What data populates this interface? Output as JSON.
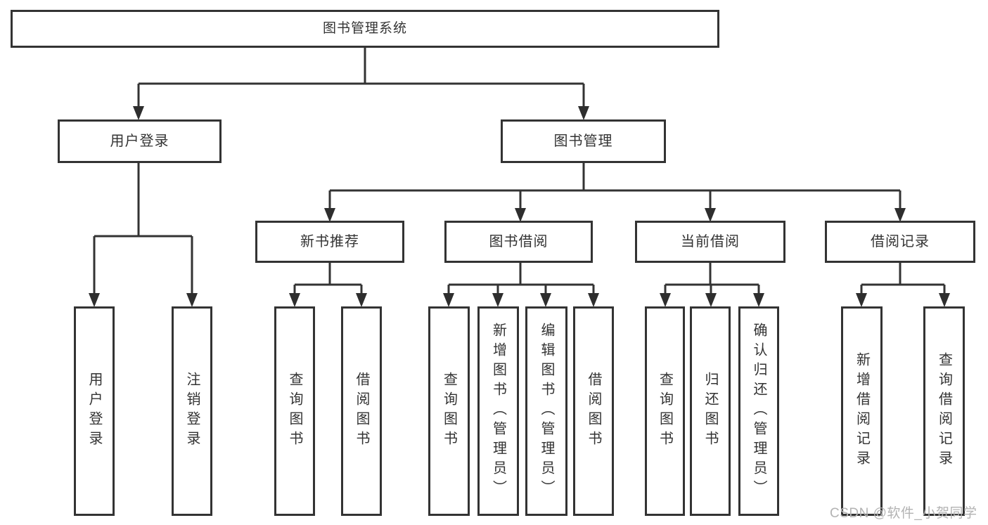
{
  "tree": {
    "label": "图书管理系统",
    "children": [
      {
        "label": "用户登录",
        "children": [
          {
            "label": "用户登录"
          },
          {
            "label": "注销登录"
          }
        ]
      },
      {
        "label": "图书管理",
        "children": [
          {
            "label": "新书推荐",
            "children": [
              {
                "label": "查询图书"
              },
              {
                "label": "借阅图书"
              }
            ]
          },
          {
            "label": "图书借阅",
            "children": [
              {
                "label": "查询图书"
              },
              {
                "label": "新增图书（管理员）"
              },
              {
                "label": "编辑图书（管理员）"
              },
              {
                "label": "借阅图书"
              }
            ]
          },
          {
            "label": "当前借阅",
            "children": [
              {
                "label": "查询图书"
              },
              {
                "label": "归还图书"
              },
              {
                "label": "确认归还（管理员）"
              }
            ]
          },
          {
            "label": "借阅记录",
            "children": [
              {
                "label": "新增借阅记录"
              },
              {
                "label": "查询借阅记录"
              }
            ]
          }
        ]
      }
    ]
  },
  "watermark": {
    "text": "CSDN @软件_小贺同学"
  },
  "colors": {
    "line": "#333333",
    "box_border": "#333333",
    "box_background": "#ffffff",
    "text": "#333333",
    "watermark": "#b3b3b3",
    "page_background": "#ffffff"
  }
}
